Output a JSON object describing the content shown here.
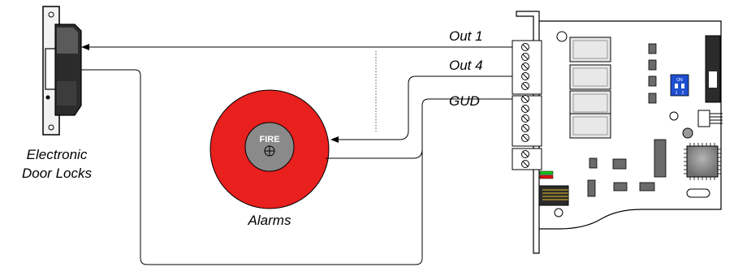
{
  "labels": {
    "door_locks_line1": "Electronic",
    "door_locks_line2": "Door Locks",
    "alarms": "Alarms",
    "fire": "FIRE",
    "out1": "Out 1",
    "out4": "Out 4",
    "gud": "GUD",
    "dip_on": "ON",
    "dip_1": "1",
    "dip_2": "2"
  },
  "colors": {
    "alarm_bell": "#e8201e",
    "alarm_center": "#8a8a8a",
    "relay": "#e8e8e8",
    "board": "#ffffff",
    "dip_switch": "#1f4fd1",
    "led_green": "#19c419",
    "led_red": "#e01010",
    "chip": "#7a7a7a",
    "component": "#6b6b6b"
  }
}
